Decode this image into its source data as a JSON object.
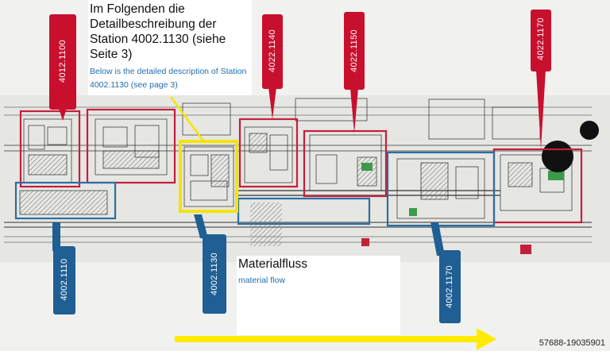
{
  "callout_main": {
    "de_lines": [
      "Im Folgenden die",
      "Detailbeschreibung der",
      "Station 4002.1130 (siehe",
      "Seite 3)"
    ],
    "en_lines": [
      "Below is the detailed description of Station",
      "4002.1130  (see page 3)"
    ]
  },
  "callout_flow": {
    "de": "Materialfluss",
    "en": "material flow"
  },
  "tags_top": [
    "4012.1100",
    "4022.1140",
    "4022.1150",
    "4022.1170"
  ],
  "tags_bottom": [
    "4002.1110",
    "4002.1130",
    "4002.1170"
  ],
  "watermark": "57688-19035901",
  "colors": {
    "tag_red": "#c8102e",
    "tag_blue": "#1f5f94",
    "station_red": "#c41f3a",
    "station_blue": "#2a6fa4",
    "highlight_yellow": "#f5e400",
    "arrow_yellow": "#ffea00",
    "paper": "#ececea",
    "drawing_ink": "#2a2a2a"
  }
}
